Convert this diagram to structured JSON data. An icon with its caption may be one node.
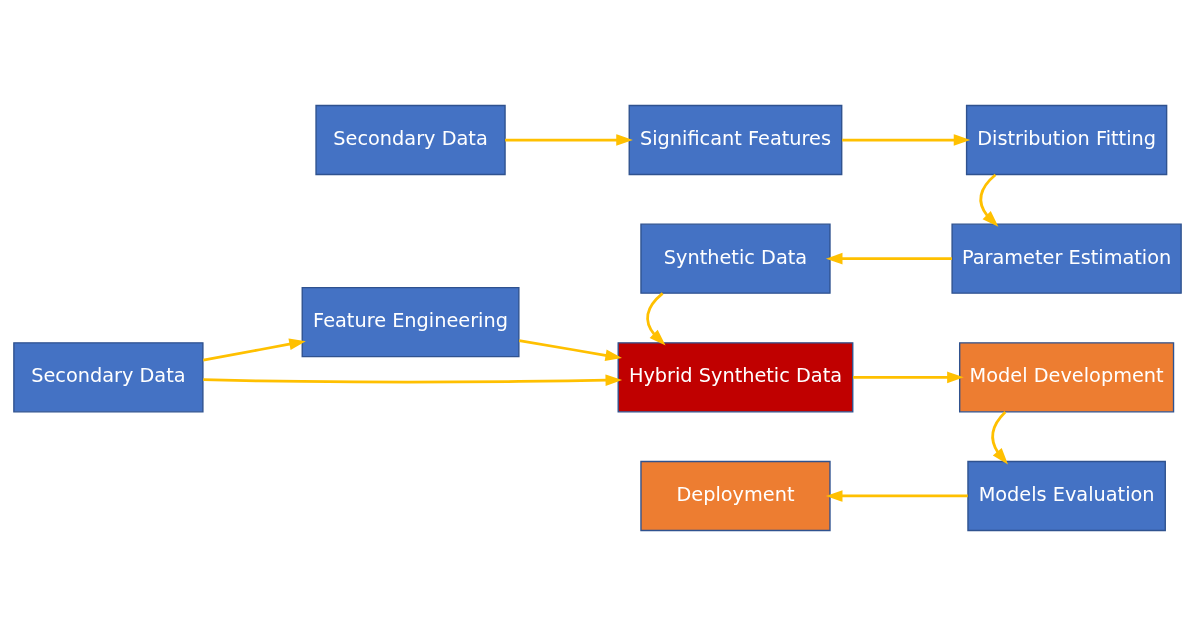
{
  "diagram": {
    "nodes": [
      {
        "text": [
          "Secondary Data"
        ]
      },
      {
        "text": [
          "Significant Features"
        ]
      },
      {
        "text": [
          "Distribution Fitting"
        ]
      },
      {
        "text": [
          "Parameter Estimation"
        ]
      },
      {
        "text": [
          "Synthetic Data"
        ]
      },
      {
        "text": [
          "Secondary Data"
        ]
      },
      {
        "text": [
          "Feature Engineering"
        ]
      },
      {
        "text": [
          "Hybrid Synthetic Data"
        ]
      },
      {
        "text": [
          "Model Development"
        ]
      },
      {
        "text": [
          "Models Evaluation"
        ]
      },
      {
        "text": [
          "Deployment"
        ]
      }
    ],
    "edges": [
      {
        "from": 0,
        "to": 1,
        "arrow": "to"
      },
      {
        "from": 1,
        "to": 2,
        "arrow": "to"
      },
      {
        "from": 2,
        "to": 3,
        "arrow": "to"
      },
      {
        "from": 3,
        "to": 4,
        "arrow": "to"
      },
      {
        "from": 4,
        "to": 7,
        "arrow": "to"
      },
      {
        "from": 5,
        "to": 7,
        "arrow": "to"
      },
      {
        "from": 5,
        "to": 6,
        "arrow": "to"
      },
      {
        "from": 6,
        "to": 7,
        "arrow": "to"
      },
      {
        "from": 7,
        "to": 8,
        "arrow": "to"
      },
      {
        "from": 8,
        "to": 9,
        "arrow": "to"
      },
      {
        "from": 9,
        "to": 10,
        "arrow": "to"
      }
    ]
  }
}
